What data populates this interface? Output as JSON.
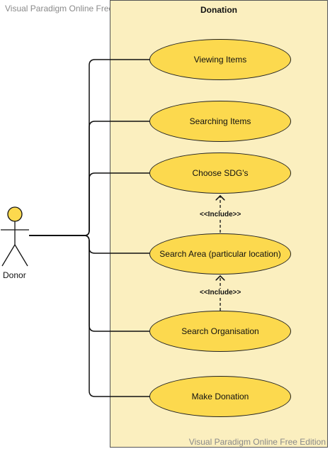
{
  "watermark": "Visual Paradigm Online Free Edition",
  "system": {
    "title": "Donation"
  },
  "actor": {
    "label": "Donor"
  },
  "use_cases": [
    "Viewing Items",
    "Searching Items",
    "Choose SDG's",
    "Search Area (particular location)",
    "Search Organisation",
    "Make Donation"
  ],
  "relations": {
    "include_label": "<<Include>>"
  },
  "colors": {
    "system_fill": "#fbefbf",
    "usecase_fill": "#fcd94e",
    "actor_fill": "#fcd94e"
  }
}
